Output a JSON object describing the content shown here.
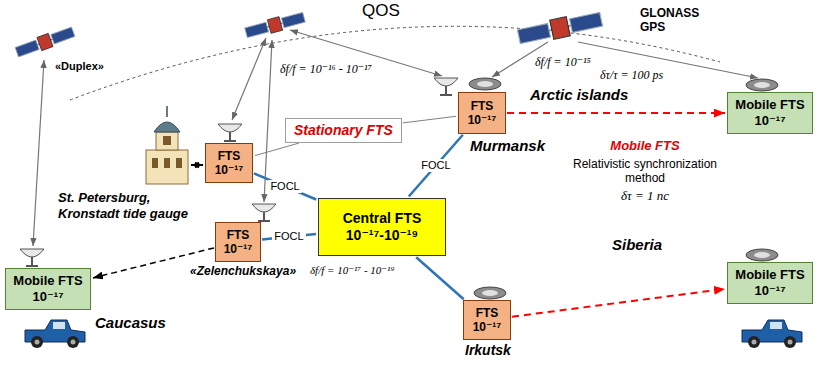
{
  "diagram": {
    "nodes": [
      {
        "text": [
          "Stationary FTS"
        ]
      },
      {
        "text": [
          "FTS 10⁻¹⁷"
        ]
      },
      {
        "text": [
          "FTS 10⁻¹⁷"
        ]
      },
      {
        "text": [
          "Mobile FTS 10⁻¹⁷"
        ]
      },
      {
        "text": [
          "Central FTS 10⁻¹⁷-10⁻¹⁹"
        ]
      },
      {
        "text": [
          "FTS 10⁻¹⁷"
        ]
      },
      {
        "text": [
          "Mobile FTS 10⁻¹⁷"
        ]
      },
      {
        "text": [
          "FTS 10⁻¹⁷"
        ]
      },
      {
        "text": [
          "Mobile FTS 10⁻¹⁷"
        ]
      }
    ],
    "edges": [
      {
        "from": 1,
        "to": 4,
        "arrow": "none",
        "label": "FOCL"
      },
      {
        "from": 2,
        "to": 4,
        "arrow": "none",
        "label": "FOCL"
      },
      {
        "from": 5,
        "to": 4,
        "arrow": "none",
        "label": "FOCL"
      },
      {
        "from": 7,
        "to": 4,
        "arrow": "none"
      },
      {
        "from": 0,
        "to": 1,
        "arrow": "none"
      },
      {
        "from": 0,
        "to": 2,
        "arrow": "none"
      },
      {
        "from": 2,
        "to": 3,
        "arrow": "to"
      },
      {
        "from": 7,
        "to": 8,
        "arrow": "to"
      },
      {
        "from": 5,
        "to": 6,
        "arrow": "to"
      }
    ],
    "labels": [
      "QOS",
      "«Duplex»",
      "δf/f = 10⁻¹⁶ - 10⁻¹⁷",
      "δf/f = 10⁻¹⁵",
      "δτ/τ = 100 ps",
      "GLONASS GPS",
      "Arctic islands",
      "St. Petersburg, Kronstadt tide gauge",
      "Murmansk",
      "Mobile FTS",
      "Relativistic synchronization method",
      "δτ = 1 nc",
      "«Zelenchukskaya»",
      "δf/f = 10⁻¹⁷ - 10⁻¹⁹",
      "Caucasus",
      "Siberia",
      "Irkutsk"
    ]
  }
}
